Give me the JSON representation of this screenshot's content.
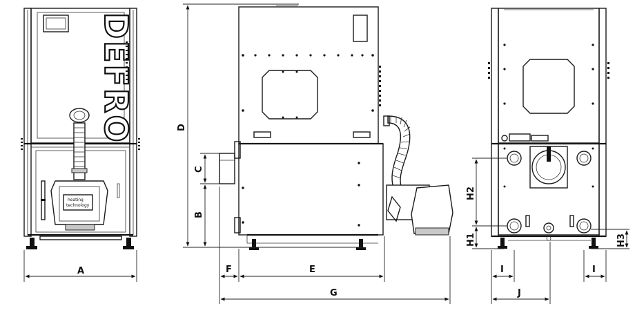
{
  "brand": {
    "logo_text": "DEFRO",
    "plate_line_1": "heating",
    "plate_line_2": "technology"
  },
  "dimensions": {
    "A": "A",
    "B": "B",
    "C": "C",
    "D": "D",
    "E": "E",
    "F": "F",
    "G": "G",
    "H1": "H1",
    "H2": "H2",
    "H3": "H3",
    "I": "I",
    "J": "J"
  }
}
